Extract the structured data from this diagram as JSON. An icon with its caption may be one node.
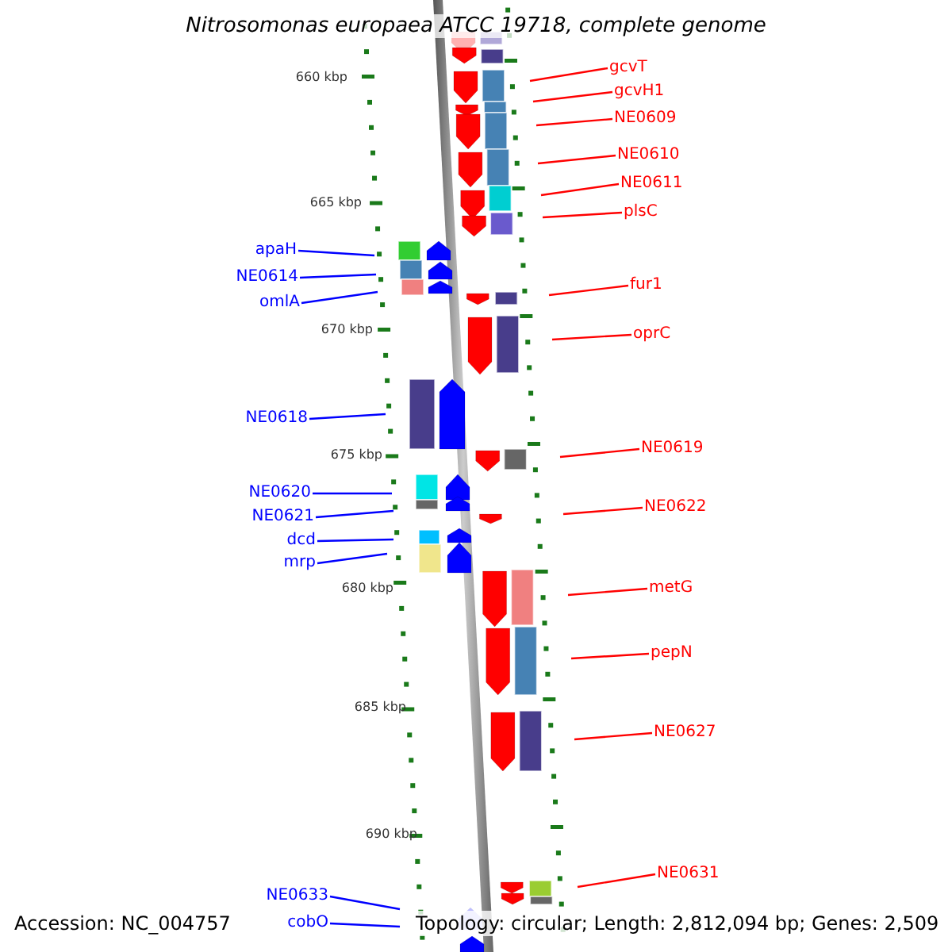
{
  "diagram": {
    "title": "Nitrosomonas europaea ATCC 19718, complete genome",
    "nodes": [
      {
        "text": [
          "gcvT"
        ]
      },
      {
        "text": [
          "gcvH1"
        ]
      },
      {
        "text": [
          "NE0609"
        ]
      },
      {
        "text": [
          "NE0610"
        ]
      },
      {
        "text": [
          "NE0611"
        ]
      },
      {
        "text": [
          "plsC"
        ]
      },
      {
        "text": [
          "apaH"
        ]
      },
      {
        "text": [
          "NE0614"
        ]
      },
      {
        "text": [
          "omlA"
        ]
      },
      {
        "text": [
          "fur1"
        ]
      },
      {
        "text": [
          "oprC"
        ]
      },
      {
        "text": [
          "NE0618"
        ]
      },
      {
        "text": [
          "NE0619"
        ]
      },
      {
        "text": [
          "NE0620"
        ]
      },
      {
        "text": [
          "NE0622"
        ]
      },
      {
        "text": [
          "NE0621"
        ]
      },
      {
        "text": [
          "dcd"
        ]
      },
      {
        "text": [
          "mrp"
        ]
      },
      {
        "text": [
          "metG"
        ]
      },
      {
        "text": [
          "pepN"
        ]
      },
      {
        "text": [
          "NE0627"
        ]
      },
      {
        "text": [
          "NE0631"
        ]
      },
      {
        "text": [
          "NE0633"
        ]
      },
      {
        "text": [
          "cobO"
        ]
      }
    ],
    "edges": [
      {
        "from": 0,
        "to": null,
        "arrow": "none"
      },
      {
        "from": 1,
        "to": null,
        "arrow": "none"
      },
      {
        "from": 2,
        "to": null,
        "arrow": "none"
      },
      {
        "from": 3,
        "to": null,
        "arrow": "none"
      },
      {
        "from": 4,
        "to": null,
        "arrow": "none"
      },
      {
        "from": 5,
        "to": null,
        "arrow": "none"
      },
      {
        "from": 6,
        "to": null,
        "arrow": "none",
        "color": "#0000ff"
      },
      {
        "from": 7,
        "to": null,
        "arrow": "none",
        "color": "#0000ff"
      },
      {
        "from": 8,
        "to": null,
        "arrow": "none",
        "color": "#0000ff"
      },
      {
        "from": 9,
        "to": null,
        "arrow": "none"
      },
      {
        "from": 10,
        "to": null,
        "arrow": "none"
      },
      {
        "from": 11,
        "to": null,
        "arrow": "none",
        "color": "#0000ff"
      },
      {
        "from": 12,
        "to": null,
        "arrow": "none"
      },
      {
        "from": 13,
        "to": null,
        "arrow": "none",
        "color": "#0000ff"
      },
      {
        "from": 14,
        "to": null,
        "arrow": "none"
      },
      {
        "from": 15,
        "to": null,
        "arrow": "none",
        "color": "#0000ff"
      },
      {
        "from": 16,
        "to": null,
        "arrow": "none",
        "color": "#0000ff"
      },
      {
        "from": 17,
        "to": null,
        "arrow": "none",
        "color": "#0000ff"
      },
      {
        "from": 18,
        "to": null,
        "arrow": "none"
      },
      {
        "from": 19,
        "to": null,
        "arrow": "none"
      },
      {
        "from": 20,
        "to": null,
        "arrow": "none"
      },
      {
        "from": 21,
        "to": null,
        "arrow": "none"
      },
      {
        "from": 22,
        "to": null,
        "arrow": "none",
        "color": "#0000ff"
      },
      {
        "from": 23,
        "to": null,
        "arrow": "none",
        "color": "#0000ff"
      }
    ],
    "labels": [
      "660 kbp",
      "665 kbp",
      "670 kbp",
      "675 kbp",
      "680 kbp",
      "685 kbp",
      "690 kbp",
      "Accession: NC_004757",
      "Topology: circular; Length: 2,812,094 bp; Genes: 2,509"
    ]
  }
}
